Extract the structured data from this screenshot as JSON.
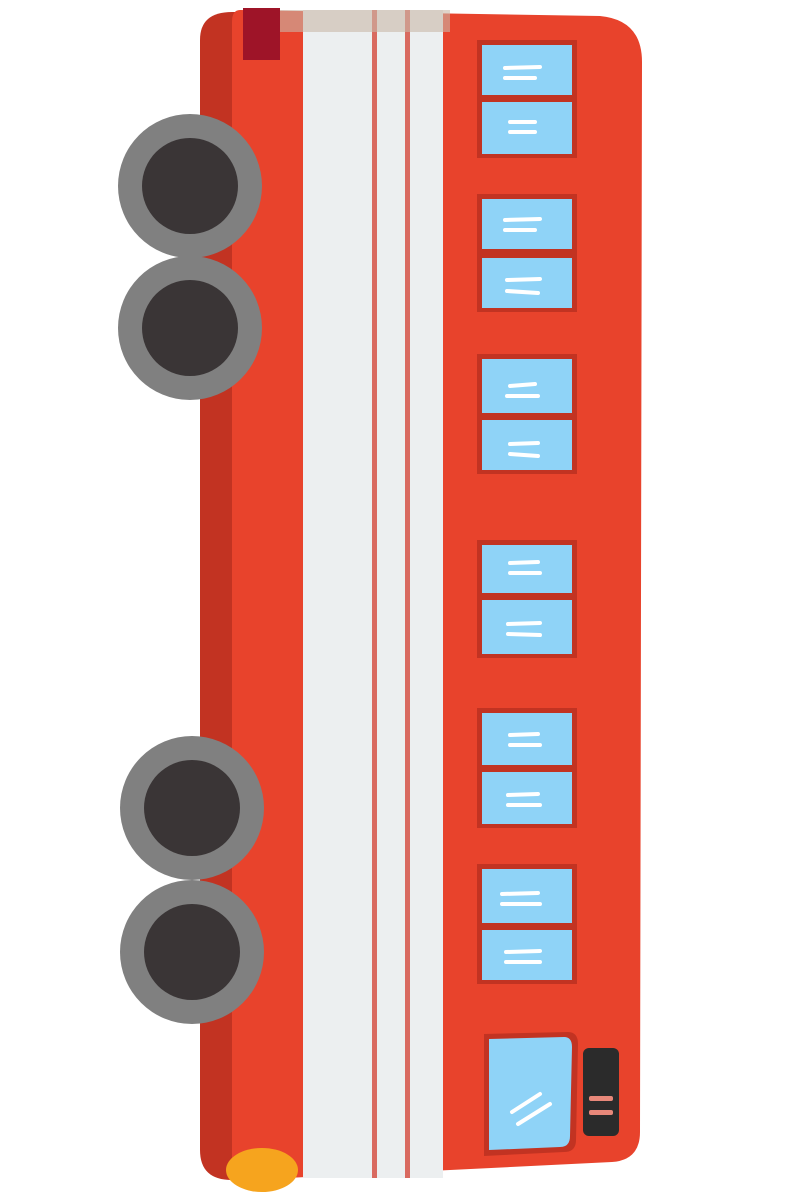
{
  "image": {
    "subject": "bus-illustration",
    "orientation": "rotated-vertical",
    "colors": {
      "body": "#E8432C",
      "body_shadow": "#C23322",
      "roof_stripe": "#ECEFF0",
      "stripe_line": "#D96A60",
      "window": "#8FD3F7",
      "window_frame": "#C23322",
      "window_glare": "#FFFFFF",
      "tire": "#808080",
      "hub": "#3A3536",
      "marker_light": "#9E1428",
      "headlight": "#F6A41E",
      "grille": "#2B2B2B",
      "grille_slot": "#E8887A"
    },
    "window_groups": 6,
    "wheels": 4,
    "door": 1
  }
}
